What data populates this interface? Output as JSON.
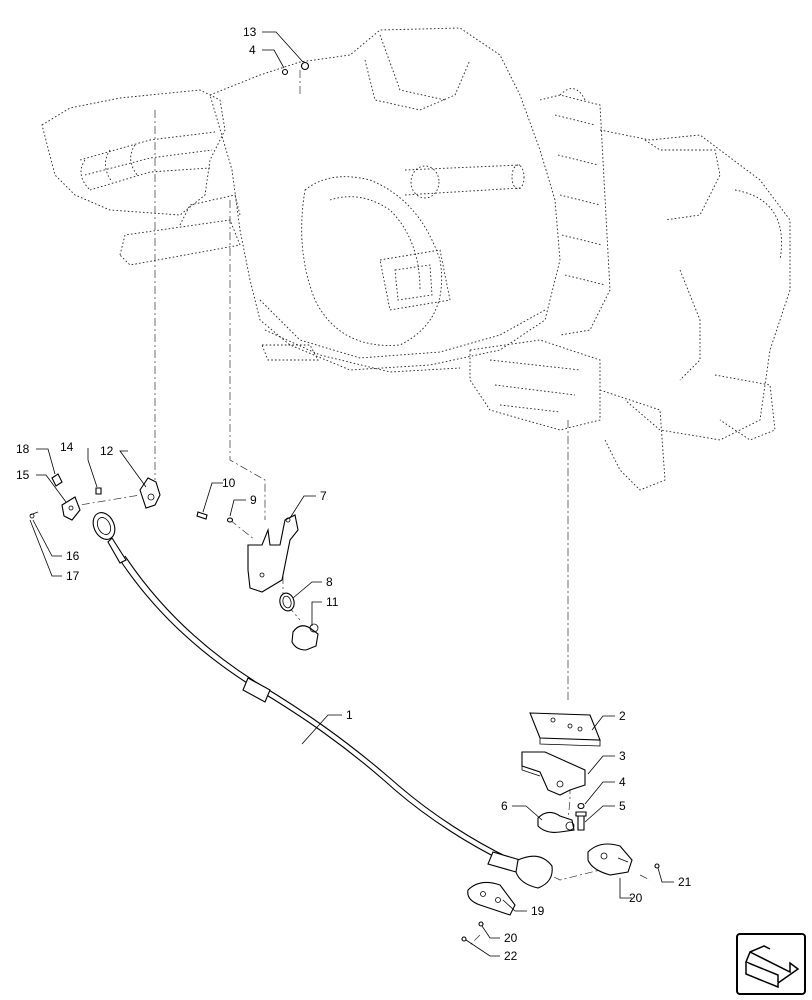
{
  "callouts": [
    {
      "id": "c1",
      "label": "1"
    },
    {
      "id": "c2",
      "label": "2"
    },
    {
      "id": "c3",
      "label": "3"
    },
    {
      "id": "c4a",
      "label": "4"
    },
    {
      "id": "c4b",
      "label": "4"
    },
    {
      "id": "c5",
      "label": "5"
    },
    {
      "id": "c6",
      "label": "6"
    },
    {
      "id": "c7",
      "label": "7"
    },
    {
      "id": "c8",
      "label": "8"
    },
    {
      "id": "c9",
      "label": "9"
    },
    {
      "id": "c10",
      "label": "10"
    },
    {
      "id": "c11",
      "label": "11"
    },
    {
      "id": "c12",
      "label": "12"
    },
    {
      "id": "c13",
      "label": "13"
    },
    {
      "id": "c14",
      "label": "14"
    },
    {
      "id": "c15",
      "label": "15"
    },
    {
      "id": "c16",
      "label": "16"
    },
    {
      "id": "c17",
      "label": "17"
    },
    {
      "id": "c18",
      "label": "18"
    },
    {
      "id": "c19",
      "label": "19"
    },
    {
      "id": "c20a",
      "label": "20"
    },
    {
      "id": "c20b",
      "label": "20"
    },
    {
      "id": "c21",
      "label": "21"
    },
    {
      "id": "c22",
      "label": "22"
    }
  ],
  "nav_icon": "next-page-arrow-icon"
}
